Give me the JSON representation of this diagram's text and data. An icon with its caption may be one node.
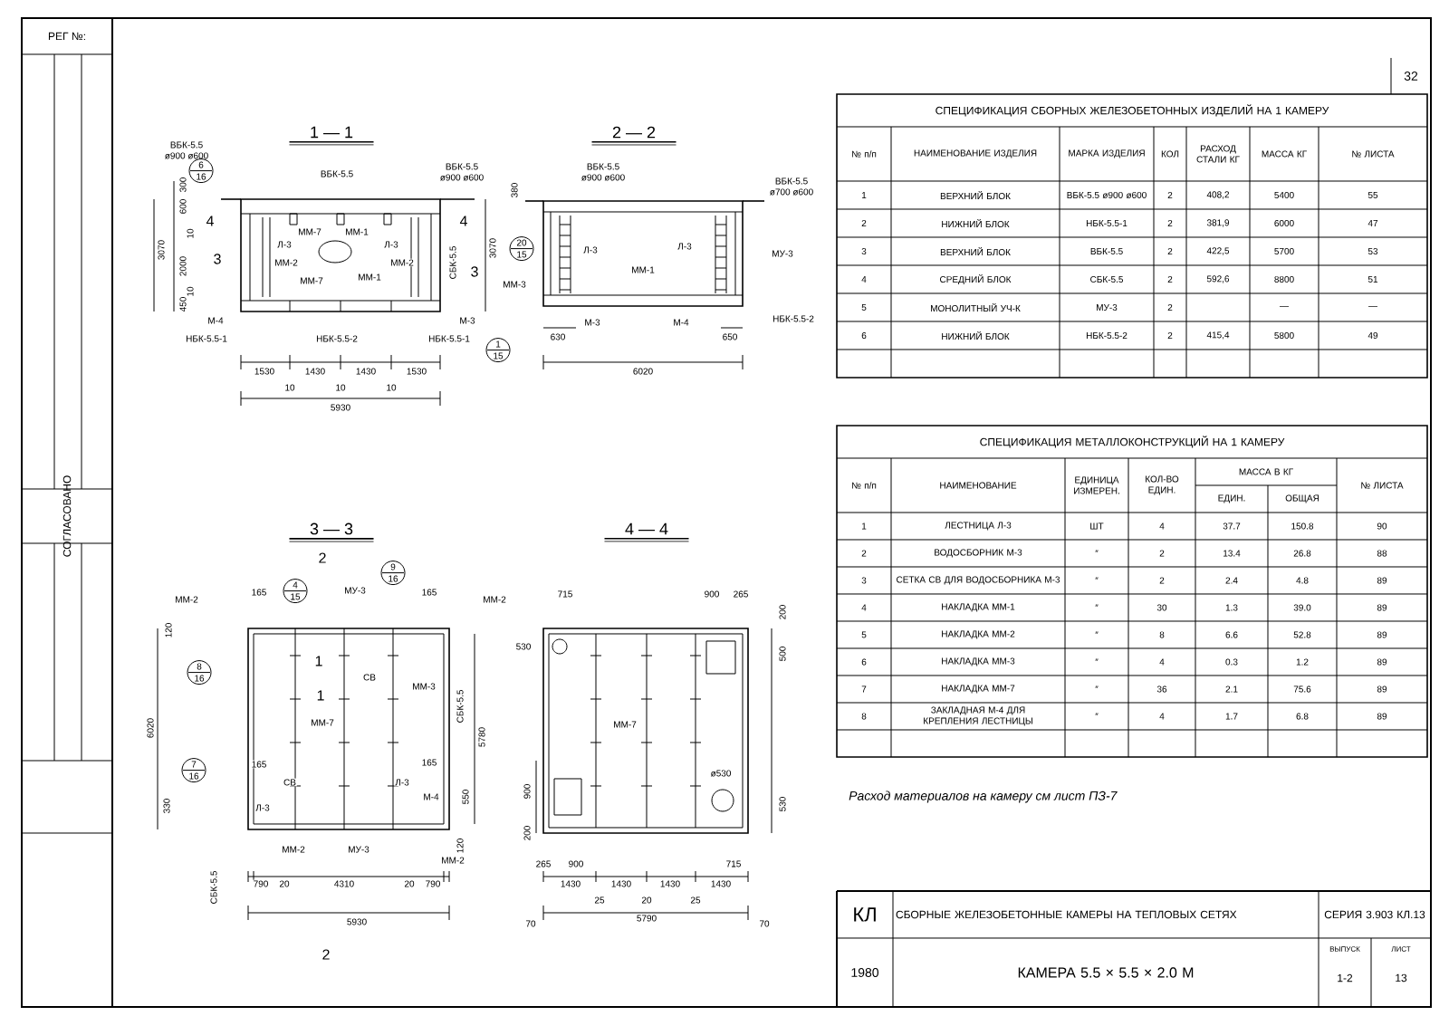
{
  "diagram": {
    "labels": [
      "РЕГ №:",
      "СОГЛАСОВАНО",
      "1 — 1",
      "ВБК-5.5",
      "ø900 ø600",
      "6",
      "16",
      "ВБК-5.5",
      "ВБК-5.5",
      "ø900 ø600",
      "300",
      "600",
      "10",
      "2000",
      "10",
      "450",
      "3070",
      "4",
      "3",
      "ММ-7",
      "ММ-1",
      "Л-3",
      "Л-3",
      "ММ-2",
      "ММ-2",
      "ММ-7",
      "ММ-1",
      "4",
      "3",
      "СБК-5.5",
      "3070",
      "М-4",
      "М-3",
      "НБК-5.5-1",
      "НБК-5.5-2",
      "НБК-5.5-1",
      "1530",
      "1430",
      "1430",
      "1530",
      "10",
      "10",
      "10",
      "5930",
      "2 — 2",
      "ВБК-5.5",
      "ø900 ø600",
      "ВБК-5.5",
      "ø700 ø600",
      "380",
      "20",
      "15",
      "Л-3",
      "Л-3",
      "МУ-3",
      "ММ-1",
      "ММ-3",
      "М-3",
      "М-4",
      "НБК-5.5-2",
      "1",
      "15",
      "630",
      "650",
      "6020",
      "3 — 3",
      "2",
      "ММ-2",
      "165",
      "4",
      "15",
      "МУ-3",
      "9",
      "16",
      "165",
      "ММ-2",
      "120",
      "8",
      "16",
      "1",
      "1",
      "СВ",
      "ММ-3",
      "ММ-7",
      "СБК-5.5",
      "5780",
      "6020",
      "7",
      "16",
      "165",
      "СВ",
      "Л-3",
      "165",
      "Л-3",
      "М-4",
      "330",
      "550",
      "120",
      "ММ-2",
      "МУ-3",
      "ММ-2",
      "СБК-5.5",
      "790",
      "20",
      "4310",
      "20",
      "790",
      "5930",
      "2",
      "4 — 4",
      "715",
      "900",
      "265",
      "200",
      "500",
      "530",
      "ММ-7",
      "900",
      "200",
      "ø530",
      "530",
      "265",
      "900",
      "715",
      "1430",
      "1430",
      "1430",
      "1430",
      "25",
      "20",
      "25",
      "70",
      "5790",
      "70",
      "32",
      "СПЕЦИФИКАЦИЯ СБОРНЫХ ЖЕЛЕЗОБЕТОННЫХ ИЗДЕЛИЙ НА 1 КАМЕРУ",
      "№ п/п",
      "НАИМЕНОВАНИЕ ИЗДЕЛИЯ",
      "МАРКА ИЗДЕЛИЯ",
      "КОЛ",
      "РАСХОД СТАЛИ КГ",
      "МАССА КГ",
      "№ ЛИСТА",
      "1",
      "ВЕРХНИЙ БЛОК",
      "ВБК-5.5 ø900 ø600",
      "2",
      "408,2",
      "5400",
      "55",
      "2",
      "НИЖНИЙ БЛОК",
      "НБК-5.5-1",
      "2",
      "381,9",
      "6000",
      "47",
      "3",
      "ВЕРХНИЙ БЛОК",
      "ВБК-5.5",
      "2",
      "422,5",
      "5700",
      "53",
      "4",
      "СРЕДНИЙ БЛОК",
      "СБК-5.5",
      "2",
      "592,6",
      "8800",
      "51",
      "5",
      "МОНОЛИТНЫЙ УЧ-К",
      "МУ-3",
      "2",
      "—",
      "—",
      "6",
      "НИЖНИЙ БЛОК",
      "НБК-5.5-2",
      "2",
      "415,4",
      "5800",
      "49",
      "СПЕЦИФИКАЦИЯ МЕТАЛЛОКОНСТРУКЦИЙ НА 1 КАМЕРУ",
      "№ п/п",
      "НАИМЕНОВАНИЕ",
      "ЕДИНИЦА ИЗМЕРЕН.",
      "КОЛ-ВО ЕДИН.",
      "МАССА В КГ",
      "ЕДИН.",
      "ОБЩАЯ",
      "№ ЛИСТА",
      "1",
      "ЛЕСТНИЦА Л-3",
      "ШТ",
      "4",
      "37.7",
      "150.8",
      "90",
      "2",
      "ВОДОСБОРНИК М-3",
      "″",
      "2",
      "13.4",
      "26.8",
      "88",
      "3",
      "СЕТКА СВ ДЛЯ ВОДОСБОРНИКА М-3",
      "″",
      "2",
      "2.4",
      "4.8",
      "89",
      "4",
      "НАКЛАДКА ММ-1",
      "″",
      "30",
      "1.3",
      "39.0",
      "89",
      "5",
      "НАКЛАДКА ММ-2",
      "″",
      "8",
      "6.6",
      "52.8",
      "89",
      "6",
      "НАКЛАДКА ММ-3",
      "″",
      "4",
      "0.3",
      "1.2",
      "89",
      "7",
      "НАКЛАДКА ММ-7",
      "″",
      "36",
      "2.1",
      "75.6",
      "89",
      "8",
      "ЗАКЛАДНАЯ М-4 ДЛЯ КРЕПЛЕНИЯ ЛЕСТНИЦЫ",
      "″",
      "4",
      "1.7",
      "6.8",
      "89",
      "Расход материалов на камеру см лист ПЗ-7",
      "КЛ",
      "1980",
      "СБОРНЫЕ ЖЕЛЕЗОБЕТОННЫЕ КАМЕРЫ НА ТЕПЛОВЫХ СЕТЯХ",
      "КАМЕРА 5.5 × 5.5 × 2.0 М",
      "СЕРИЯ 3.903 КЛ.13",
      "ВЫПУСК",
      "1-2",
      "ЛИСТ",
      "13"
    ]
  }
}
